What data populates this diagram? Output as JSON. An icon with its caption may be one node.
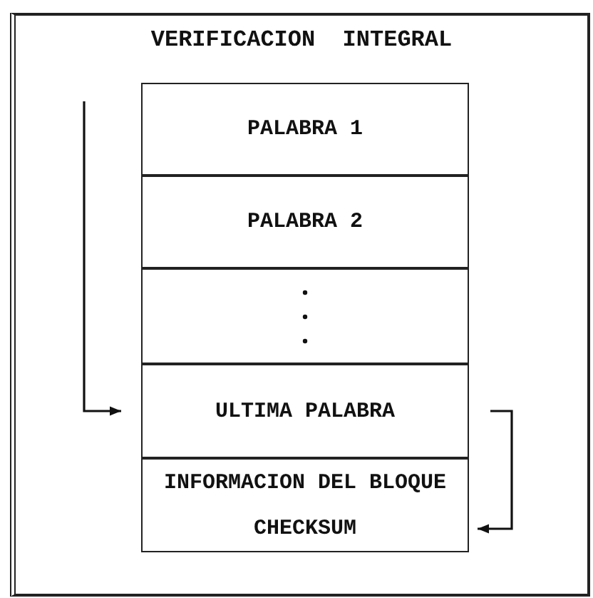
{
  "diagram": {
    "nodes": [
      {
        "text": [
          "VERIFICACION  INTEGRAL"
        ]
      },
      {
        "text": [
          "PALABRA 1"
        ],
        "in": 0
      },
      {
        "text": [
          "PALABRA 2"
        ],
        "in": 0
      },
      {
        "text": [],
        "shape": "box",
        "in": 0
      },
      {
        "text": [
          "ULTIMA PALABRA"
        ],
        "in": 0
      },
      {
        "text": [
          "INFORMACION DEL BLOQUE",
          "CHECKSUM"
        ],
        "in": 0
      }
    ],
    "edges": [
      {
        "from": null,
        "to": 4,
        "arrow": "to"
      },
      {
        "from": 4,
        "to": 5,
        "arrow": "to"
      }
    ]
  }
}
